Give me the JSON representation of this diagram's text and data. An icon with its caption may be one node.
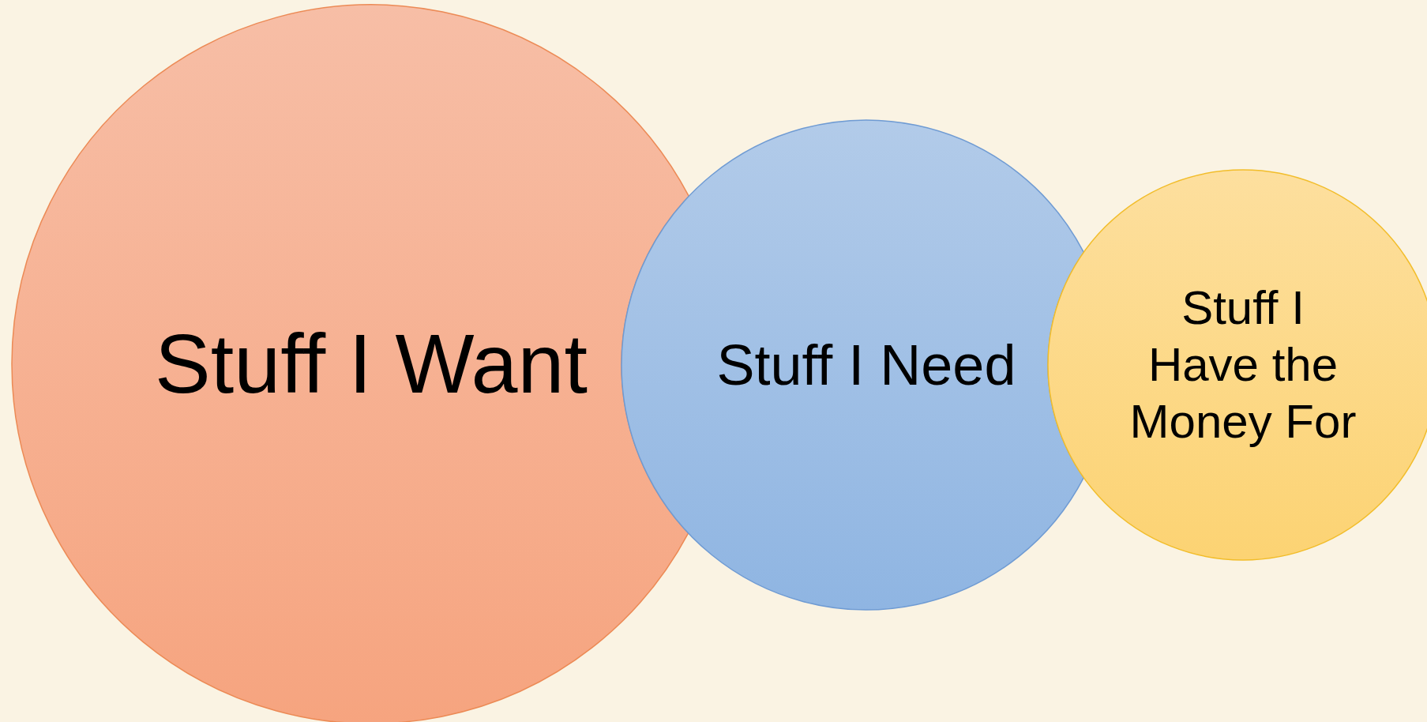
{
  "diagram": {
    "nodes": [
      {
        "text": [
          "Stuff I Want"
        ]
      },
      {
        "text": [
          "Stuff I Need"
        ]
      },
      {
        "text": [
          "Stuff I Have the Money For"
        ]
      }
    ],
    "edges": []
  }
}
